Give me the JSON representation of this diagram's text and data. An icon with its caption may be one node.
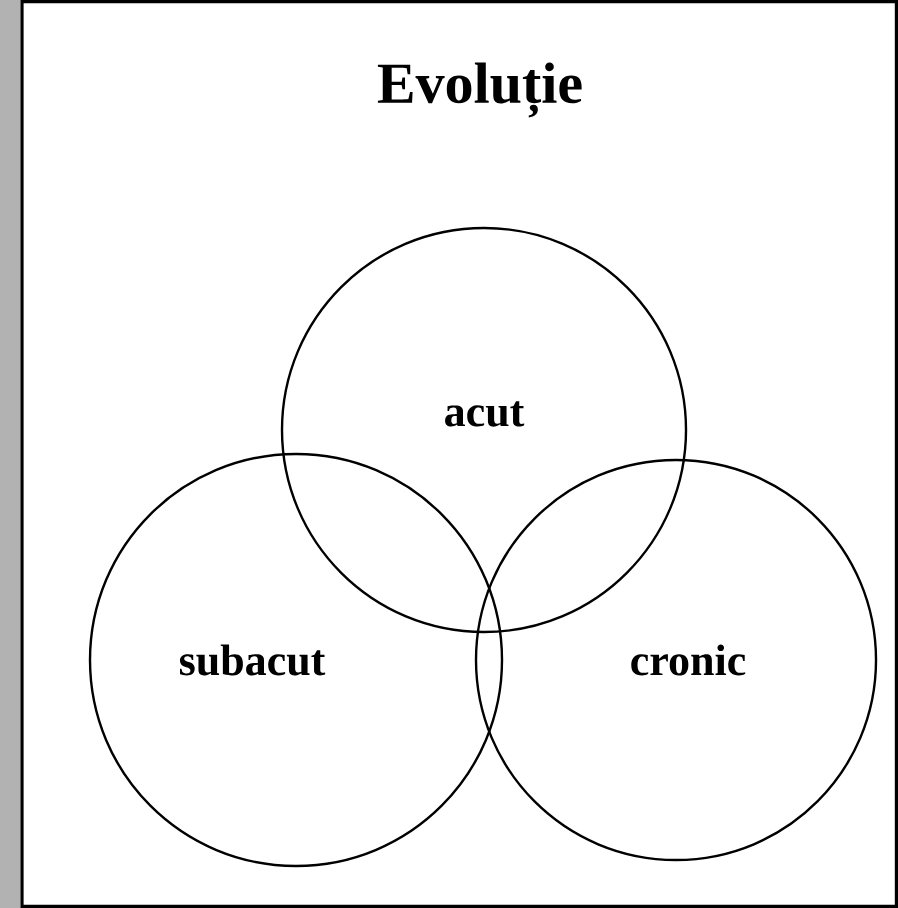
{
  "diagram": {
    "title": "Evoluție",
    "nodes": [
      {
        "text": [
          "acut"
        ]
      },
      {
        "text": [
          "subacut"
        ]
      },
      {
        "text": [
          "cronic"
        ]
      }
    ]
  }
}
